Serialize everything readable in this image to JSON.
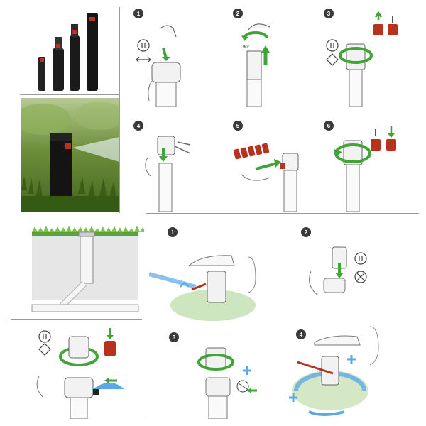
{
  "steps_top": [
    "1",
    "2",
    "3",
    "4",
    "5",
    "6"
  ],
  "steps_bottom": [
    "1",
    "2",
    "3",
    "4"
  ],
  "angle_label": "90°",
  "colors": {
    "arrow_green": "#3fa535",
    "accent_red": "#b5331f",
    "water_blue": "#5aa9e6",
    "lawn_green": "#7cc24a",
    "line_grey": "#9a9a9a"
  }
}
